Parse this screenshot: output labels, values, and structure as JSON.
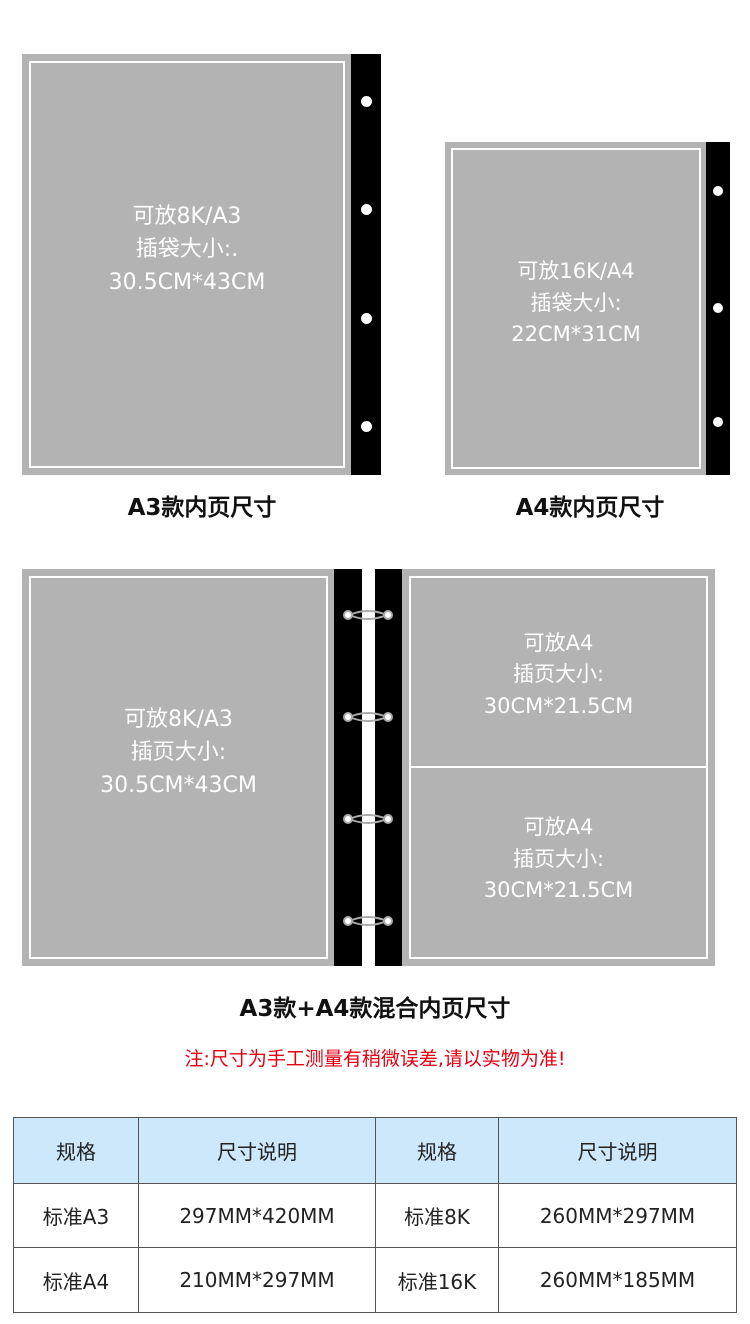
{
  "diagram_a3": {
    "line1": "可放8K/A3",
    "line2": "插袋大小:.",
    "line3": "30.5CM*43CM",
    "caption": "A3款内页尺寸"
  },
  "diagram_a4": {
    "line1": "可放16K/A4",
    "line2": "插袋大小:",
    "line3": "22CM*31CM",
    "caption": "A4款内页尺寸"
  },
  "diagram_mixed": {
    "left": {
      "line1": "可放8K/A3",
      "line2": "插页大小:",
      "line3": "30.5CM*43CM"
    },
    "right_top": {
      "line1": "可放A4",
      "line2": "插页大小:",
      "line3": "30CM*21.5CM"
    },
    "right_bottom": {
      "line1": "可放A4",
      "line2": "插页大小:",
      "line3": "30CM*21.5CM"
    },
    "caption": "A3款+A4款混合内页尺寸"
  },
  "note": "注:尺寸为手工测量有稍微误差,请以实物为准!",
  "spec_table": {
    "headers": [
      "规格",
      "尺寸说明",
      "规格",
      "尺寸说明"
    ],
    "rows": [
      [
        "标准A3",
        "297MM*420MM",
        "标准8K",
        "260MM*297MM"
      ],
      [
        "标准A4",
        "210MM*297MM",
        "标准16K",
        "260MM*185MM"
      ]
    ]
  },
  "colors": {
    "sheet": "#b3b3b3",
    "spine": "#000000",
    "note_red": "#e60012",
    "table_header": "#cde8fb"
  }
}
